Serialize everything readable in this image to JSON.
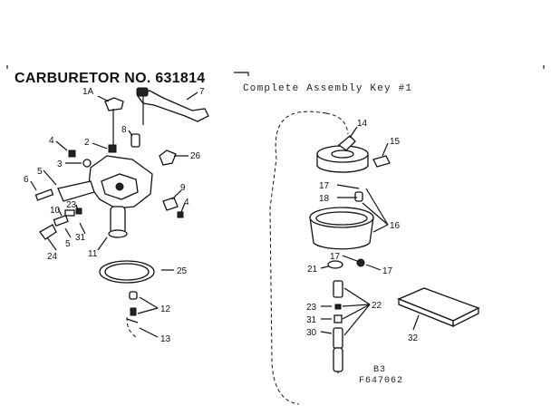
{
  "title": "CARBURETOR NO. 631814",
  "subtitle": "Complete Assembly Key #1",
  "ref_codes": [
    "B3",
    "F647062"
  ],
  "parts": [
    {
      "id": "p1A",
      "label": "1A"
    },
    {
      "id": "p7",
      "label": "7"
    },
    {
      "id": "p8",
      "label": "8"
    },
    {
      "id": "p2",
      "label": "2"
    },
    {
      "id": "p4a",
      "label": "4"
    },
    {
      "id": "p3",
      "label": "3"
    },
    {
      "id": "p26",
      "label": "26"
    },
    {
      "id": "p5a",
      "label": "5"
    },
    {
      "id": "p6",
      "label": "6"
    },
    {
      "id": "p9",
      "label": "9"
    },
    {
      "id": "p4b",
      "label": "4"
    },
    {
      "id": "p10",
      "label": "10"
    },
    {
      "id": "p23a",
      "label": "23"
    },
    {
      "id": "p5b",
      "label": "5"
    },
    {
      "id": "p31a",
      "label": "31"
    },
    {
      "id": "p11",
      "label": "11"
    },
    {
      "id": "p24",
      "label": "24"
    },
    {
      "id": "p25",
      "label": "25"
    },
    {
      "id": "p12",
      "label": "12"
    },
    {
      "id": "p13",
      "label": "13"
    },
    {
      "id": "p14",
      "label": "14"
    },
    {
      "id": "p15",
      "label": "15"
    },
    {
      "id": "p17a",
      "label": "17"
    },
    {
      "id": "p18",
      "label": "18"
    },
    {
      "id": "p16",
      "label": "16"
    },
    {
      "id": "p17b",
      "label": "17"
    },
    {
      "id": "p21",
      "label": "21"
    },
    {
      "id": "p17c",
      "label": "17"
    },
    {
      "id": "p22",
      "label": "22"
    },
    {
      "id": "p23b",
      "label": "23"
    },
    {
      "id": "p31b",
      "label": "31"
    },
    {
      "id": "p30",
      "label": "30"
    },
    {
      "id": "p32",
      "label": "32"
    }
  ],
  "icons": {
    "carburetor": "carburetor-body-icon",
    "float_bowl": "float-bowl-icon",
    "instruction_card": "instruction-card-icon"
  }
}
